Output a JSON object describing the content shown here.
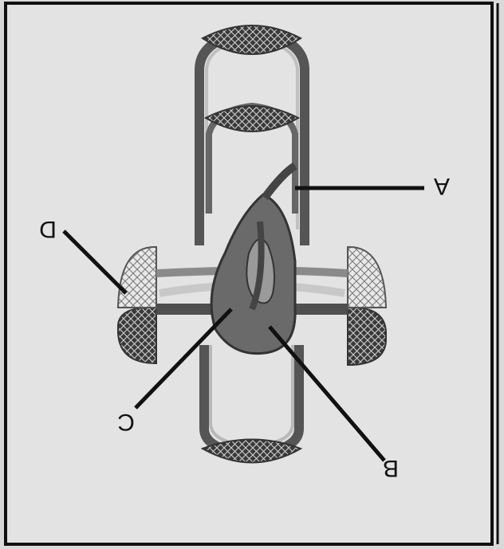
{
  "diagram": {
    "labels": [
      {
        "id": "A",
        "text": "A"
      },
      {
        "id": "B",
        "text": "B"
      },
      {
        "id": "C",
        "text": "C"
      },
      {
        "id": "D",
        "text": "D"
      }
    ],
    "orientation": "rotated-180",
    "colors": {
      "background": "#e3e3e3",
      "frame": "#111111",
      "vessel_dark": "#4f4f4f",
      "vessel_mid": "#7a7a7a",
      "vessel_light": "#b8b8b8",
      "heart_dark": "#555555",
      "capillary_dark": "#3f3f3f",
      "capillary_light": "#a9a9a9"
    }
  }
}
